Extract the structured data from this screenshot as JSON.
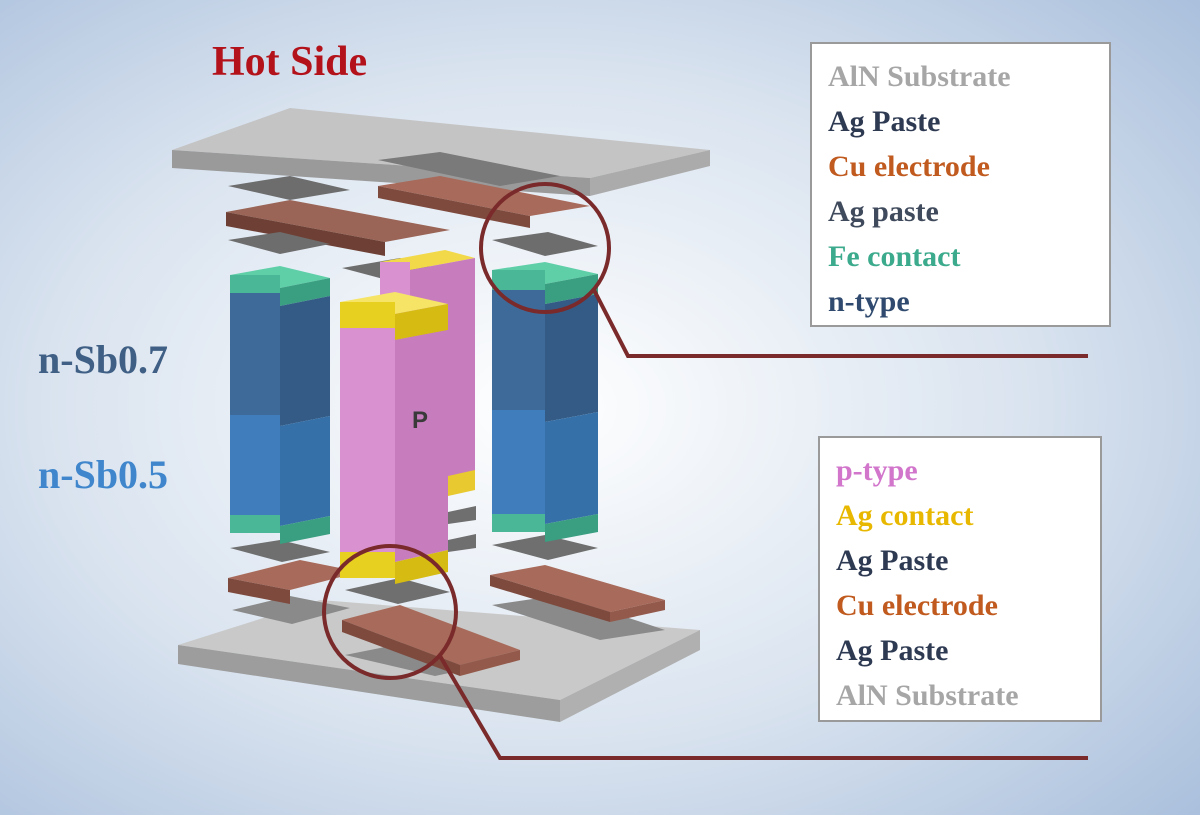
{
  "title": "Hot Side",
  "side_labels": {
    "upper": "n-Sb0.7",
    "lower": "n-Sb0.5"
  },
  "p_leg_label": "P",
  "legend_top": {
    "items": [
      {
        "label": "AlN Substrate",
        "color": "#a6a6a6"
      },
      {
        "label": "Ag Paste",
        "color": "#2e3a52"
      },
      {
        "label": "Cu electrode",
        "color": "#c05a1e"
      },
      {
        "label": "Ag paste",
        "color": "#3f4a5c"
      },
      {
        "label": "Fe contact",
        "color": "#3caa8c"
      },
      {
        "label": "n-type",
        "color": "#2f4a6e"
      }
    ]
  },
  "legend_bottom": {
    "items": [
      {
        "label": "p-type",
        "color": "#d276cc"
      },
      {
        "label": "Ag contact",
        "color": "#e8b800"
      },
      {
        "label": "Ag Paste",
        "color": "#2e3a52"
      },
      {
        "label": "Cu electrode",
        "color": "#c05a1e"
      },
      {
        "label": "Ag Paste",
        "color": "#2e3a52"
      },
      {
        "label": "AlN Substrate",
        "color": "#a6a6a6"
      }
    ]
  },
  "colors": {
    "title": "#b3121a",
    "callout": "#7a2a2a",
    "n_sb07": "#3f5f85",
    "n_sb05": "#3f86cc"
  }
}
